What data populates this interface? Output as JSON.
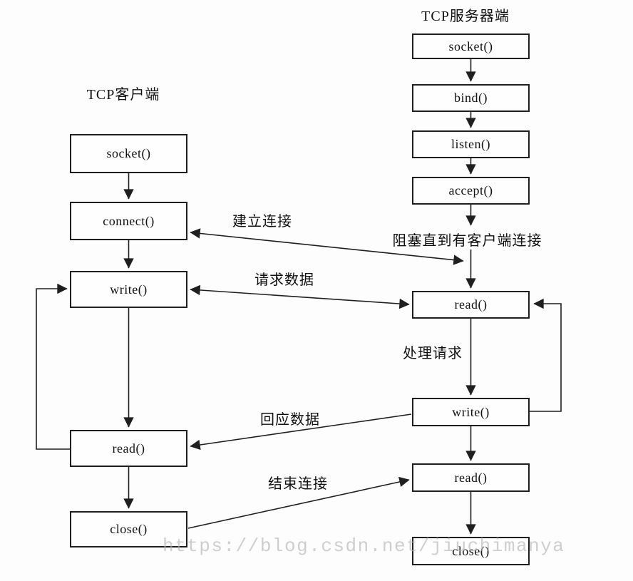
{
  "client": {
    "title": "TCP客户端",
    "boxes": [
      {
        "label": "socket()"
      },
      {
        "label": "connect()"
      },
      {
        "label": "write()"
      },
      {
        "label": "read()"
      },
      {
        "label": "close()"
      }
    ]
  },
  "server": {
    "title": "TCP服务器端",
    "boxes": [
      {
        "label": "socket()"
      },
      {
        "label": "bind()"
      },
      {
        "label": "listen()"
      },
      {
        "label": "accept()"
      },
      {
        "label": "read()"
      },
      {
        "label": "write()"
      },
      {
        "label": "read()"
      },
      {
        "label": "close()"
      }
    ]
  },
  "edge_labels": {
    "establish": "建立连接",
    "block_note": "阻塞直到有客户端连接",
    "request": "请求数据",
    "process": "处理请求",
    "response": "回应数据",
    "finish": "结束连接"
  },
  "watermark": "https://blog.csdn.net/jiuchimanya",
  "colors": {
    "line": "#1f1f1f",
    "background": "#fdfdfd",
    "watermark": "#b2b2b2"
  }
}
